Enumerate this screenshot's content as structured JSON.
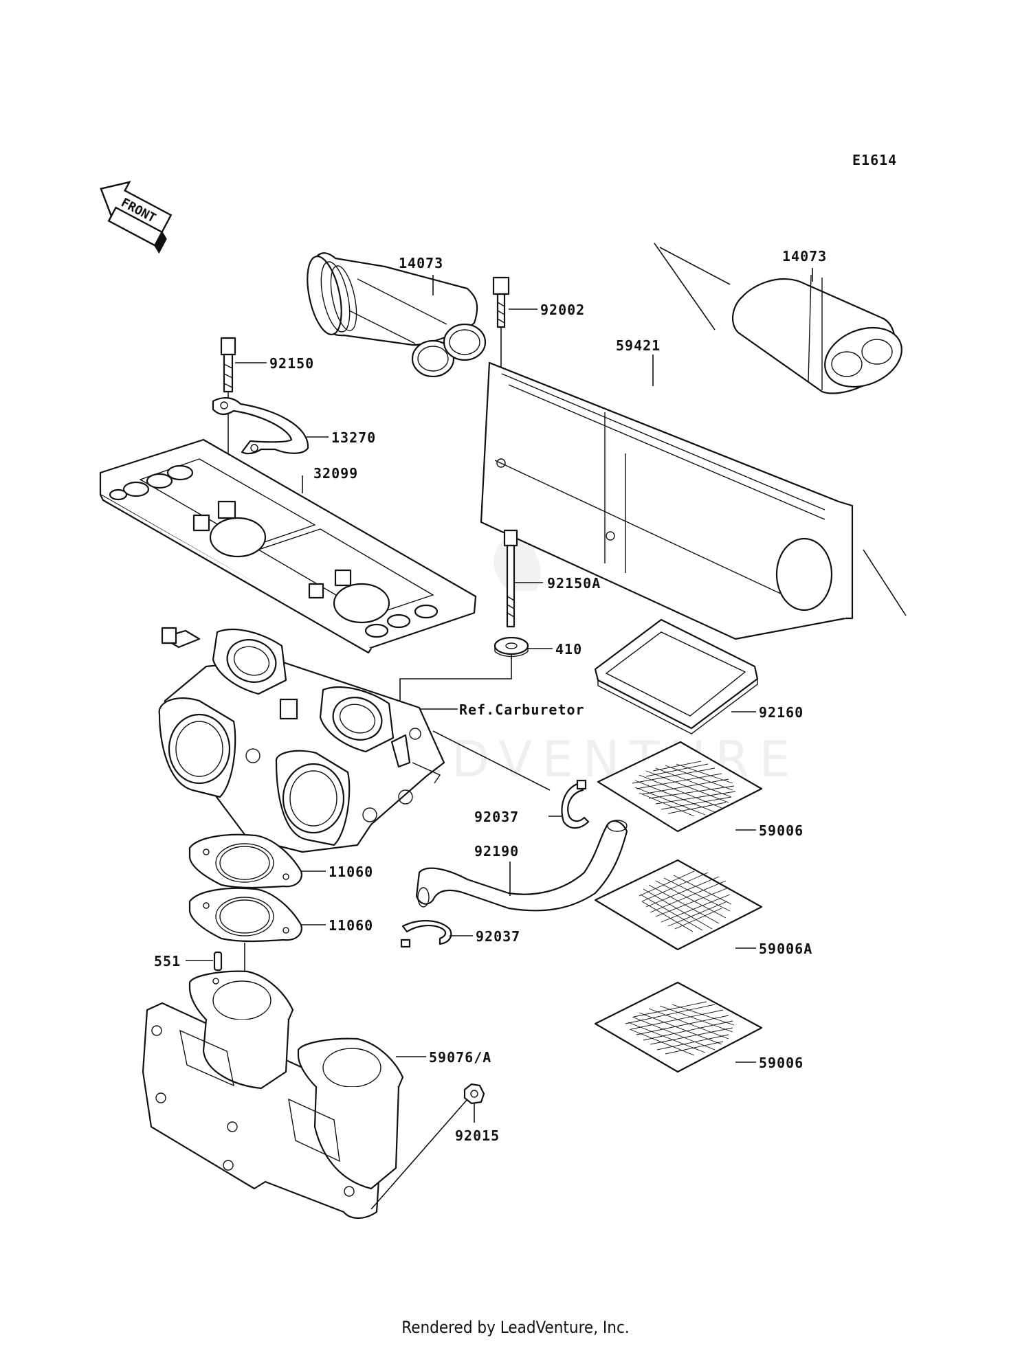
{
  "diagram_code": "E1614",
  "front_label": "FRONT",
  "watermark": "LEADVENTURE",
  "credit": "Rendered by LeadVenture, Inc.",
  "callouts": {
    "c14073_left": "14073",
    "c14073_right": "14073",
    "c92002": "92002",
    "c59421": "59421",
    "c92150": "92150",
    "c13270": "13270",
    "c32099": "32099",
    "c92150a": "92150A",
    "c410": "410",
    "ref_carb": "Ref.Carburetor",
    "c92160": "92160",
    "c92037_a": "92037",
    "c59006_a": "59006",
    "c92190": "92190",
    "c11060_a": "11060",
    "c11060_b": "11060",
    "c92037_b": "92037",
    "c59006a": "59006A",
    "c551": "551",
    "c59076": "59076/A",
    "c92015": "92015",
    "c59006_b": "59006"
  }
}
